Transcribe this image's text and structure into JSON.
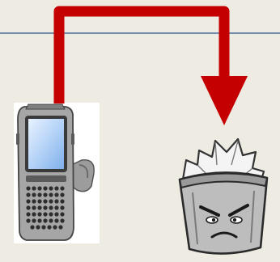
{
  "diagram": {
    "background_color": "#eeebe2",
    "divider_color": "#4a6a9a",
    "arrow_color": "#c40000",
    "arrow_direction": "down",
    "nodes": [
      {
        "id": "source",
        "icon": "handheld-scanner-icon",
        "label": ""
      },
      {
        "id": "target",
        "icon": "angry-trash-can-icon",
        "label": ""
      }
    ],
    "edges": [
      {
        "from": "source",
        "to": "target"
      }
    ]
  }
}
